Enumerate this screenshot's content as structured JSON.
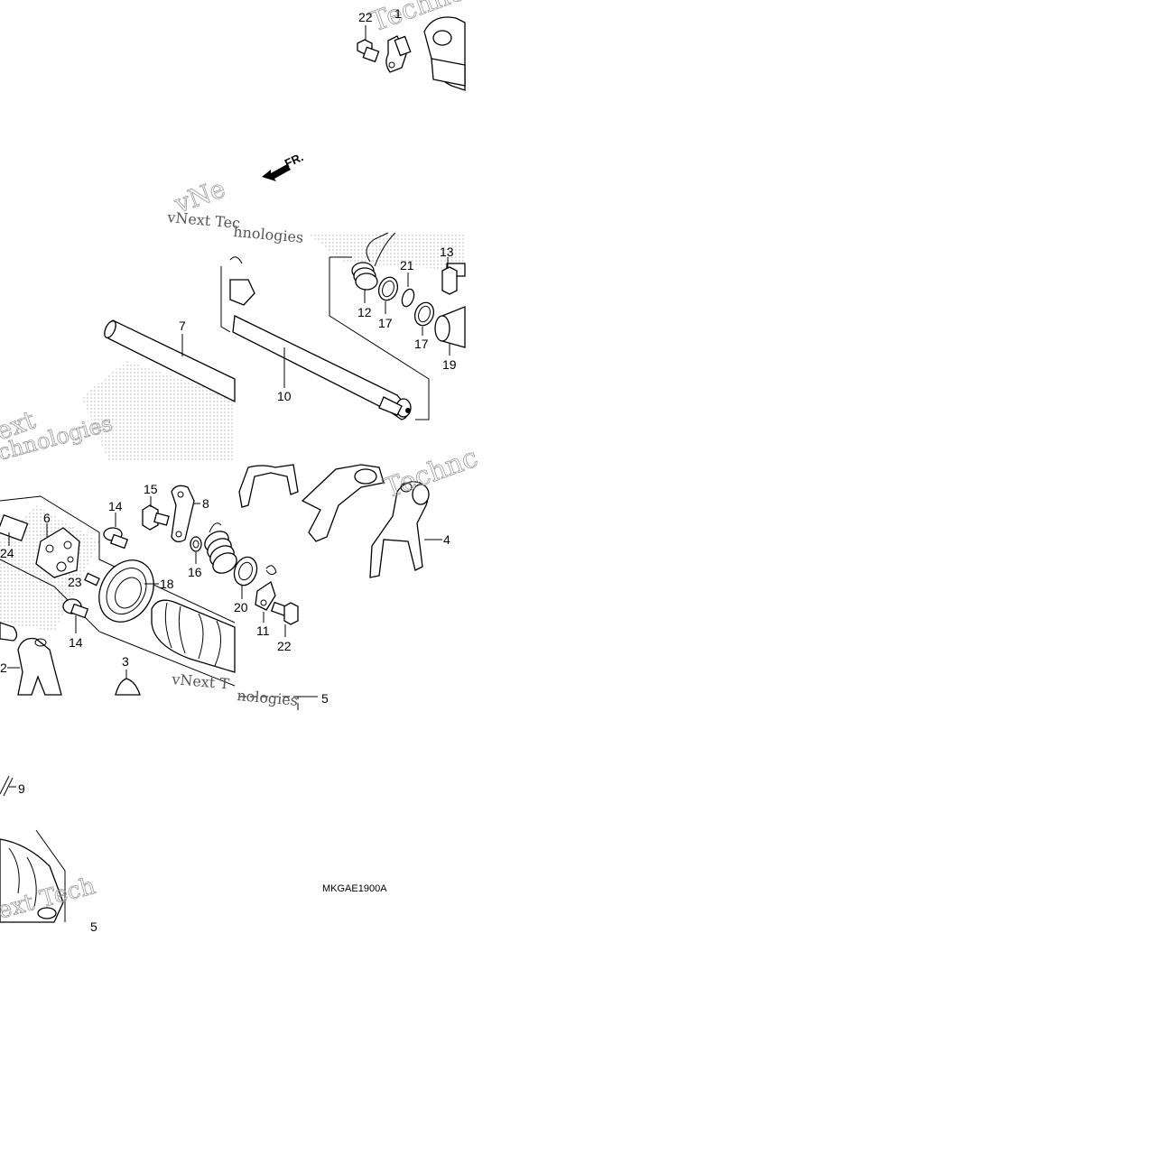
{
  "diagram": {
    "code": "MKGAE1900A",
    "direction_label": "FR.",
    "watermark_words": [
      "Techno",
      "vNext Tec",
      "vNe",
      "hnologies",
      "ext",
      "chnologies",
      "Technc",
      "vNext T",
      "nologies",
      "ext Tech"
    ],
    "callouts": [
      "22",
      "1",
      "13",
      "21",
      "12",
      "17",
      "17",
      "19",
      "7",
      "10",
      "15",
      "8",
      "14",
      "6",
      "24",
      "23",
      "18",
      "16",
      "20",
      "11",
      "22",
      "14",
      "4",
      "2",
      "3",
      "5",
      "9",
      "5"
    ]
  }
}
